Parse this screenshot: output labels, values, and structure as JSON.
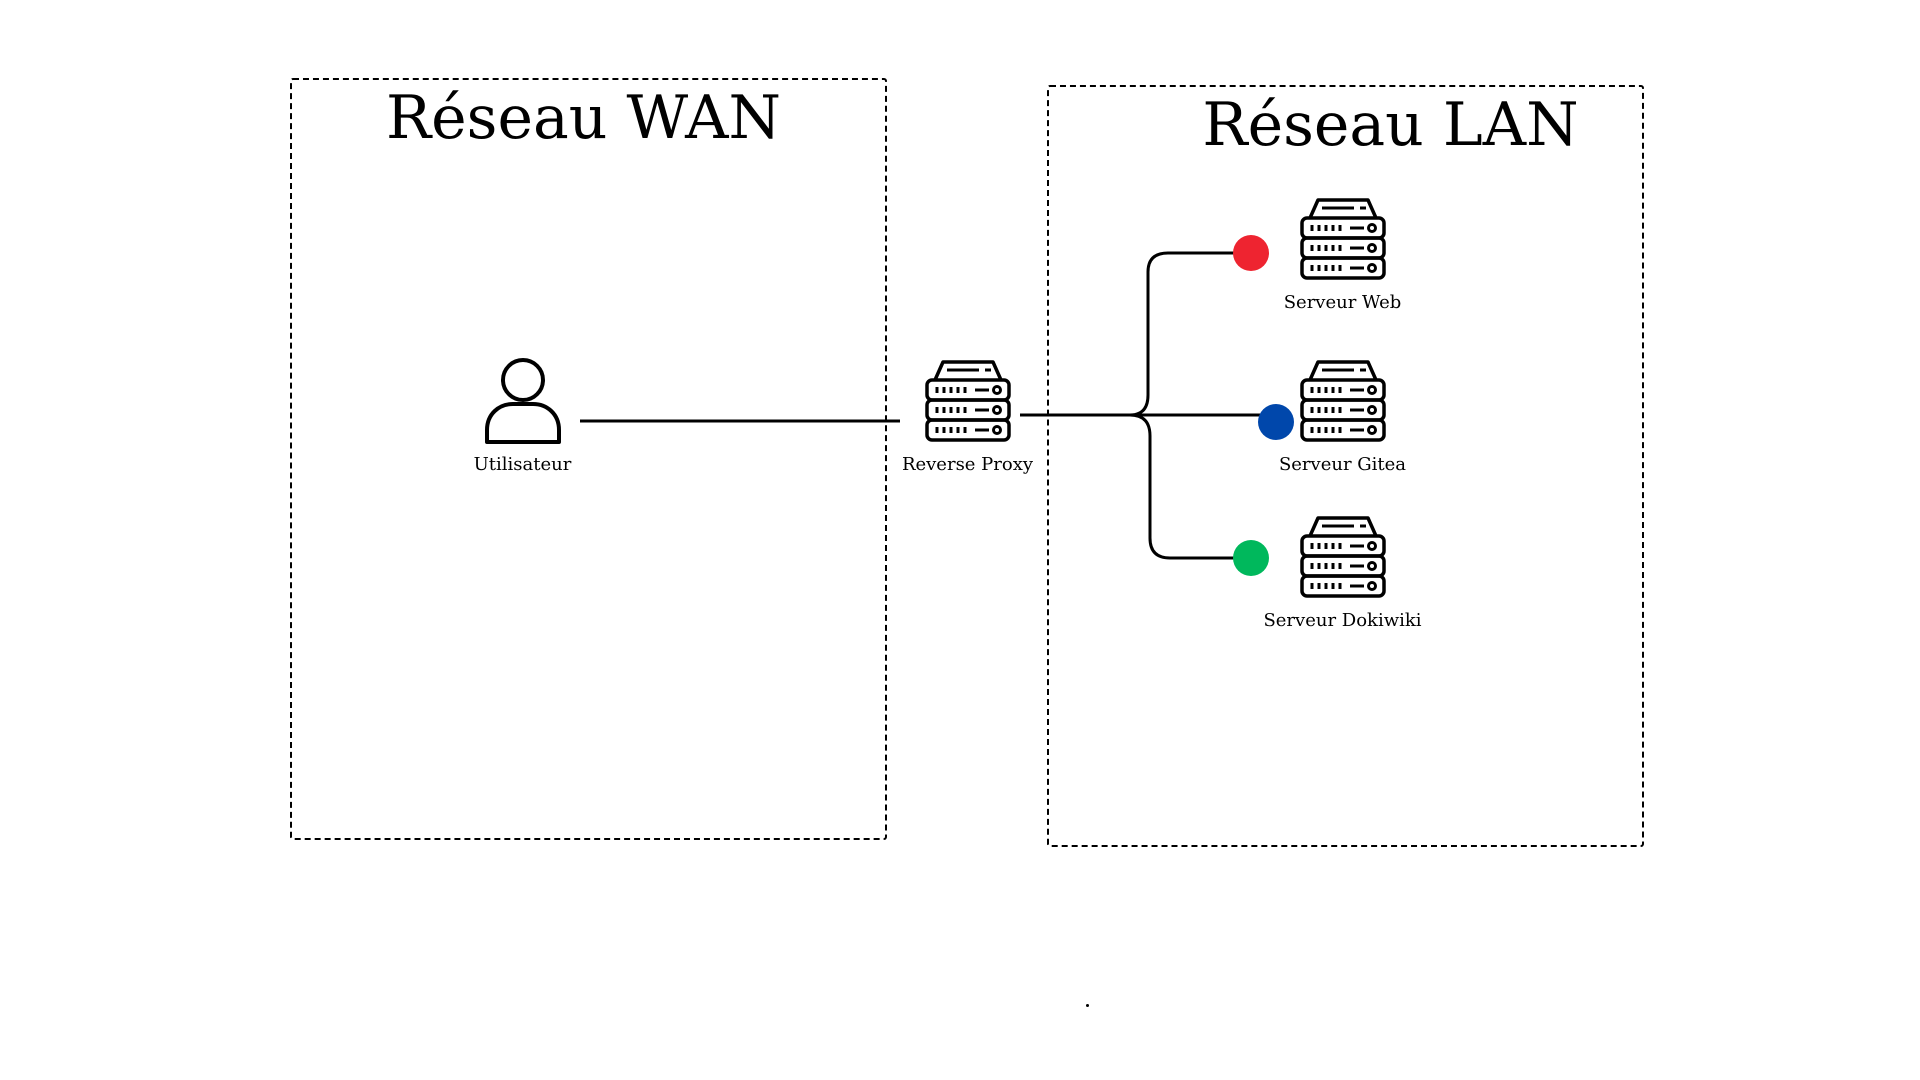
{
  "zones": {
    "wan": {
      "title": "Réseau WAN"
    },
    "lan": {
      "title": "Réseau LAN"
    }
  },
  "nodes": {
    "user": {
      "label": "Utilisateur",
      "icon": "user-icon"
    },
    "proxy": {
      "label": "Reverse Proxy",
      "icon": "server-icon"
    },
    "web": {
      "label": "Serveur Web",
      "icon": "server-icon",
      "status_color": "#EE2430"
    },
    "gitea": {
      "label": "Serveur Gitea",
      "icon": "server-icon",
      "status_color": "#0047AB"
    },
    "wiki": {
      "label": "Serveur Dokiwiki",
      "icon": "server-icon",
      "status_color": "#00B85C"
    }
  },
  "colors": {
    "line": "#000000",
    "background": "#FFFFFF"
  }
}
